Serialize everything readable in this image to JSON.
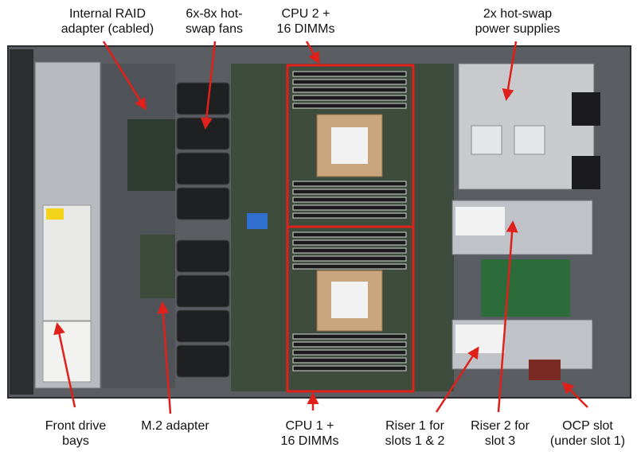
{
  "labels": {
    "raid": "Internal RAID\nadapter (cabled)",
    "fans": "6x-8x hot-\nswap fans",
    "cpu2": "CPU 2 +\n16 DIMMs",
    "psu": "2x hot-swap\npower supplies",
    "front": "Front drive\nbays",
    "m2": "M.2 adapter",
    "cpu1": "CPU 1 +\n16 DIMMs",
    "riser1": "Riser 1 for\nslots 1 & 2",
    "riser2": "Riser 2 for\nslot 3",
    "ocp": "OCP slot\n(under slot 1)"
  },
  "colors": {
    "callout": "#e0201b",
    "chassis": "#8e9196",
    "board": "#3d4c3c",
    "heatsink": "#c9a57e",
    "background": "#ffffff"
  }
}
